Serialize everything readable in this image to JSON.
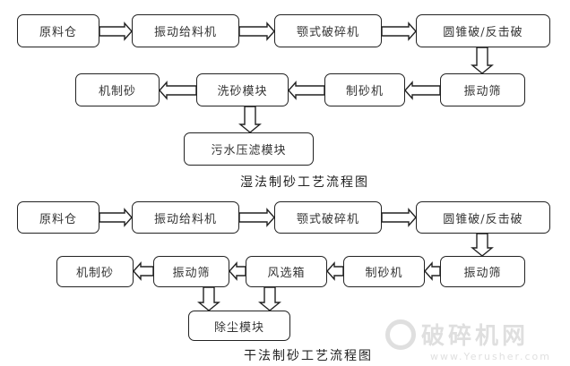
{
  "wet": {
    "caption": "湿法制砂工艺流程图",
    "nodes": {
      "raw_bin": "原料仓",
      "feeder": "振动给料机",
      "jaw": "颚式破碎机",
      "cone": "圆锥破/反击破",
      "screen": "振动筛",
      "sand_maker": "制砂机",
      "washer": "洗砂模块",
      "machine_sand": "机制砂",
      "sludge": "污水压滤模块"
    }
  },
  "dry": {
    "caption": "干法制砂工艺流程图",
    "nodes": {
      "raw_bin": "原料仓",
      "feeder": "振动给料机",
      "jaw": "颚式破碎机",
      "cone": "圆锥破/反击破",
      "screen1": "振动筛",
      "sand_maker": "制砂机",
      "air_sep": "风选箱",
      "screen2": "振动筛",
      "machine_sand": "机制砂",
      "dust": "除尘模块"
    }
  },
  "watermark": {
    "title": "破碎机网",
    "url": "www.Yerusher.com"
  }
}
